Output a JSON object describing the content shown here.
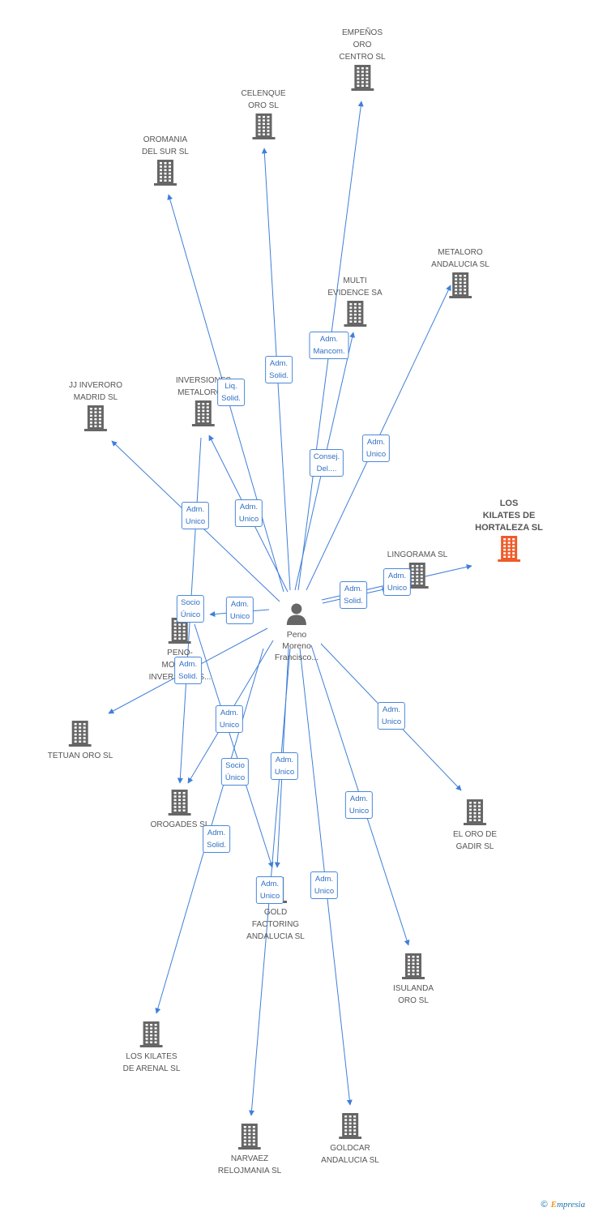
{
  "colors": {
    "edge": "#3f7fd8",
    "building": "#666666",
    "highlight": "#f05a28",
    "label_border": "#4a88d8"
  },
  "center": {
    "name_lines": [
      "Peno",
      "Moreno",
      "Francisco..."
    ],
    "icon": "person-icon"
  },
  "companies": [
    {
      "id": "empenos",
      "lines": [
        "EMPEÑOS",
        "ORO",
        "CENTRO SL"
      ]
    },
    {
      "id": "celenque",
      "lines": [
        "CELENQUE",
        "ORO SL"
      ]
    },
    {
      "id": "oromania",
      "lines": [
        "OROMANIA",
        "DEL SUR SL"
      ]
    },
    {
      "id": "metaloro",
      "lines": [
        "METALORO",
        "ANDALUCIA SL"
      ]
    },
    {
      "id": "multi",
      "lines": [
        "MULTI",
        "EVIDENCE SA"
      ]
    },
    {
      "id": "jjinveroro",
      "lines": [
        "JJ INVERORO",
        "MADRID SL"
      ]
    },
    {
      "id": "inversiones",
      "lines": [
        "INVERSIONES",
        "METALORO..."
      ]
    },
    {
      "id": "loskilates_h",
      "lines": [
        "LOS",
        "KILATES DE",
        "HORTALEZA SL"
      ],
      "highlight": true
    },
    {
      "id": "lingorama",
      "lines": [
        "LINGORAMA SL"
      ]
    },
    {
      "id": "peno_inv",
      "lines": [
        "PENO-",
        "MORENO",
        "INVERSIONES..."
      ]
    },
    {
      "id": "tetuan",
      "lines": [
        "TETUAN ORO SL"
      ]
    },
    {
      "id": "orogades",
      "lines": [
        "OROGADES SL"
      ]
    },
    {
      "id": "eloro",
      "lines": [
        "EL ORO DE",
        "GADIR SL"
      ]
    },
    {
      "id": "goldfact",
      "lines": [
        "GOLD",
        "FACTORING",
        "ANDALUCIA SL"
      ]
    },
    {
      "id": "isulanda",
      "lines": [
        "ISULANDA",
        "ORO SL"
      ]
    },
    {
      "id": "loskilates_a",
      "lines": [
        "LOS KILATES",
        "DE ARENAL SL"
      ]
    },
    {
      "id": "narvaez",
      "lines": [
        "NARVAEZ",
        "RELOJMANIA SL"
      ]
    },
    {
      "id": "goldcar",
      "lines": [
        "GOLDCAR",
        "ANDALUCIA SL"
      ]
    }
  ],
  "edges": [
    {
      "to": "empenos",
      "label": [
        "Adm.",
        "Mancom."
      ]
    },
    {
      "to": "celenque",
      "label": [
        "Adm.",
        "Solid."
      ]
    },
    {
      "to": "oromania",
      "label": [
        "Liq.",
        "Solid."
      ]
    },
    {
      "to": "metaloro",
      "label": [
        "Adm.",
        "Unico"
      ]
    },
    {
      "to": "multi",
      "label": [
        "Consej.",
        "Del...."
      ]
    },
    {
      "to": "jjinveroro",
      "label": [
        "Adm.",
        "Unico"
      ]
    },
    {
      "to": "inversiones",
      "label": [
        "Adm.",
        "Unico"
      ]
    },
    {
      "to": "loskilates_h",
      "label": [
        "Adm.",
        "Unico"
      ]
    },
    {
      "to": "lingorama",
      "label": [
        "Adm.",
        "Solid."
      ]
    },
    {
      "to": "peno_inv",
      "label": [
        "Adm.",
        "Unico"
      ]
    },
    {
      "to": "orogades",
      "label": [
        "Socio",
        "Único"
      ]
    },
    {
      "to": "tetuan",
      "label": [
        "Adm.",
        "Solid."
      ]
    },
    {
      "to": "orogades",
      "label": [
        "Adm.",
        "Unico"
      ]
    },
    {
      "to": "goldfact",
      "label": [
        "Socio",
        "Único"
      ]
    },
    {
      "to": "goldfact",
      "label": [
        "Adm.",
        "Unico"
      ]
    },
    {
      "to": "eloro",
      "label": [
        "Adm.",
        "Unico"
      ]
    },
    {
      "to": "isulanda",
      "label": [
        "Adm.",
        "Unico"
      ]
    },
    {
      "to": "loskilates_a",
      "label": [
        "Adm.",
        "Solid."
      ]
    },
    {
      "to": "narvaez",
      "label": [
        "Adm.",
        "Unico"
      ]
    },
    {
      "to": "goldcar",
      "label": [
        "Adm.",
        "Unico"
      ]
    }
  ],
  "footer": {
    "copyright": "©",
    "brand_first": "E",
    "brand_rest": "mpresia"
  }
}
